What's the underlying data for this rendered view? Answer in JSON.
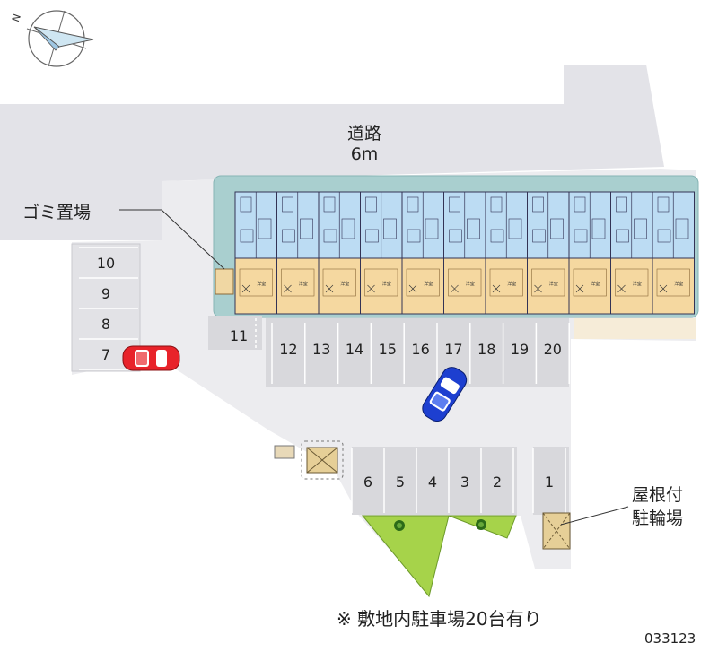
{
  "compass": {
    "north_label": "N",
    "icon": "compass-icon"
  },
  "road": {
    "name": "道路",
    "width": "6m"
  },
  "labels": {
    "garbage": "ゴミ置場",
    "bike_line1": "屋根付",
    "bike_line2": "駐輪場"
  },
  "parking": {
    "left_column": [
      "10",
      "9",
      "8",
      "7"
    ],
    "top_row": [
      "11",
      "12",
      "13",
      "14",
      "15",
      "16",
      "17",
      "18",
      "19",
      "20"
    ],
    "bottom_row": [
      "6",
      "5",
      "4",
      "3",
      "2",
      "1"
    ]
  },
  "cars": [
    {
      "name": "red-car",
      "color": "#e8232a"
    },
    {
      "name": "blue-car",
      "color": "#1d3fd0"
    }
  ],
  "building": {
    "units": 11,
    "unit_sign": "洋室"
  },
  "note": "※ 敷地内駐車場20台有り",
  "code": "033123",
  "colors": {
    "road": "#e3e3e8",
    "lot": "#ececef",
    "building_border": "#8fbdbd",
    "unit_room": "#f5d8a0",
    "unit_wet": "#bcdcf3",
    "green": "#a6d34a"
  }
}
